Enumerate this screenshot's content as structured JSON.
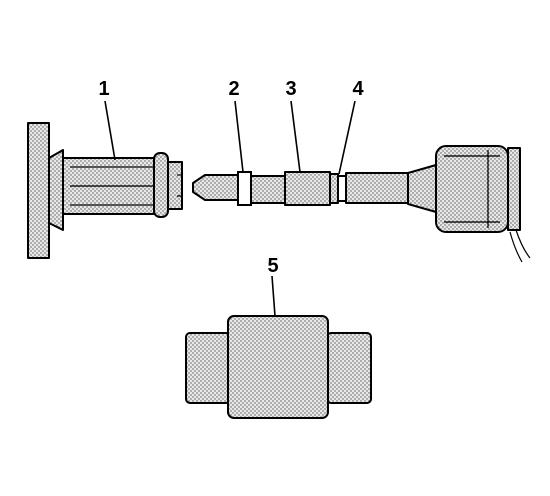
{
  "callouts": [
    {
      "id": "1",
      "label": "1"
    },
    {
      "id": "2",
      "label": "2"
    },
    {
      "id": "3",
      "label": "3"
    },
    {
      "id": "4",
      "label": "4"
    },
    {
      "id": "5",
      "label": "5"
    }
  ],
  "colors": {
    "stipple_fill": "#bdbdbd",
    "line": "#000000",
    "background": "#ffffff"
  }
}
